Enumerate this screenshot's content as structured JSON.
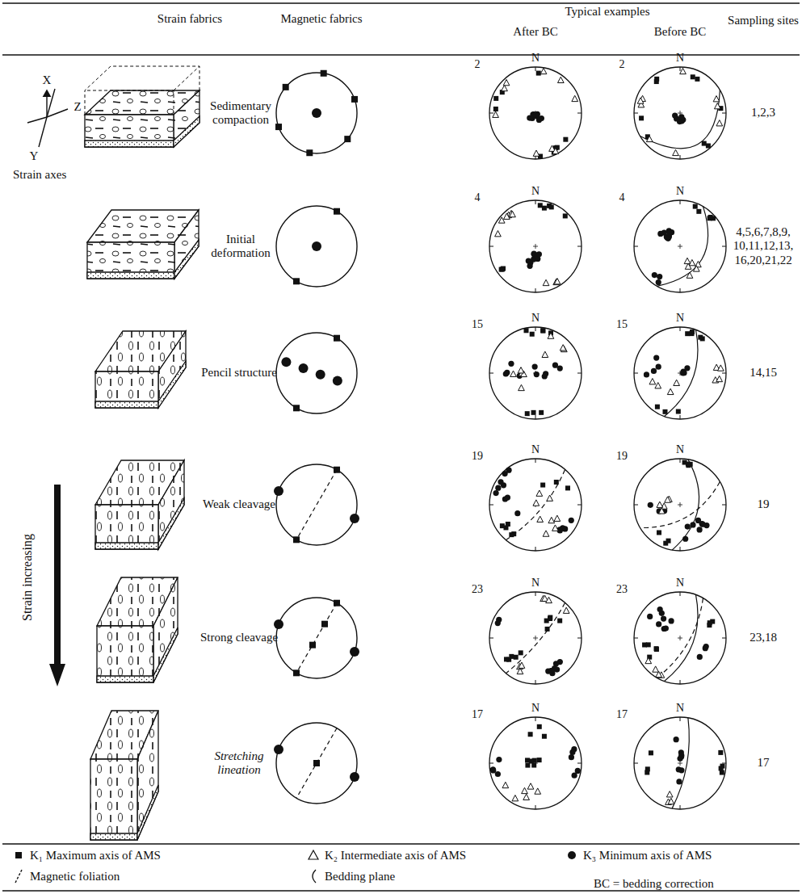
{
  "diagram": {
    "labels": [
      "Strain fabrics",
      "Magnetic fabrics",
      "Typical examples",
      "After BC",
      "Before BC",
      "Sampling sites",
      "X",
      "Z",
      "Y",
      "Strain axes",
      "Strain increasing",
      "Sedimentary compaction",
      "2",
      "N",
      "2",
      "N",
      "1,2,3",
      "Initial deformation",
      "4",
      "N",
      "4",
      "N",
      "4,5,6,7,8,9, 10,11,12,13, 16,20,21,22",
      "Pencil structure",
      "15",
      "N",
      "15",
      "N",
      "14,15",
      "Weak cleavage",
      "19",
      "N",
      "19",
      "N",
      "19",
      "Strong cleavage",
      "23",
      "N",
      "23",
      "N",
      "23,18",
      "Stretching lineation",
      "17",
      "N",
      "17",
      "N",
      "17",
      "BC = bedding correction"
    ],
    "legend": [
      {
        "text": "K₁ Maximum axis of AMS"
      },
      {
        "text": "K₂ Intermediate axis of AMS"
      },
      {
        "text": "K₃ Minimum axis of AMS"
      },
      {
        "text": "Magnetic foliation"
      },
      {
        "text": "Bedding plane"
      }
    ]
  }
}
